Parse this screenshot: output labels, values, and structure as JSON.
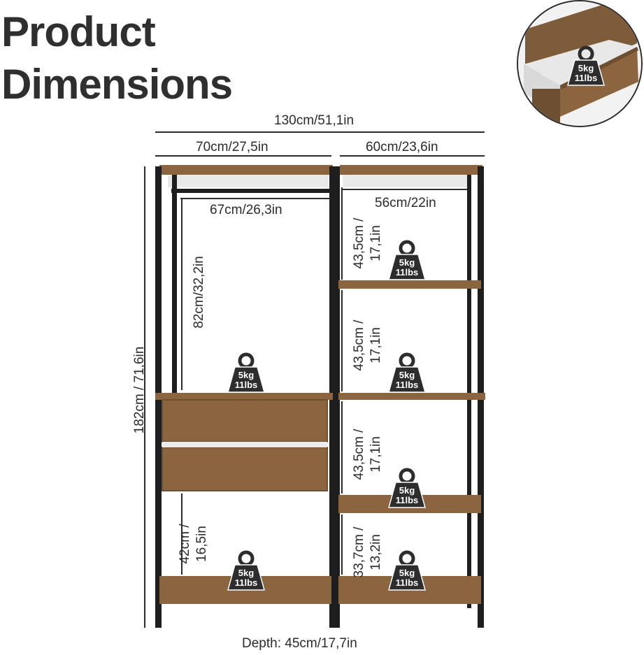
{
  "title": {
    "line1": "Product",
    "line2": "Dimensions"
  },
  "dimensions": {
    "total_width": "130cm/51,1in",
    "left_width": "70cm/27,5in",
    "right_width": "60cm/23,6in",
    "rod_width": "67cm/26,3in",
    "shelf_width": "56cm/22in",
    "height": "182cm / 71,6in",
    "hanging_height": "82cm/32,2in",
    "bottom_left_height": "42cm / 16,5in",
    "right_compartment_1": "43,5cm / 17,1in",
    "right_compartment_2": "43,5cm / 17,1in",
    "right_compartment_3": "43,5cm / 17,1in",
    "right_compartment_4": "33,7cm / 13,2in",
    "depth": "Depth: 45cm/17,7in"
  },
  "weight_badge": {
    "kg": "5kg",
    "lbs": "11lbs"
  },
  "colors": {
    "wood": "#8a6540",
    "wood_dark": "#6e4f31",
    "metal": "#1e1e1e",
    "badge": "#2d2d2d",
    "text": "#2b2b2b"
  }
}
